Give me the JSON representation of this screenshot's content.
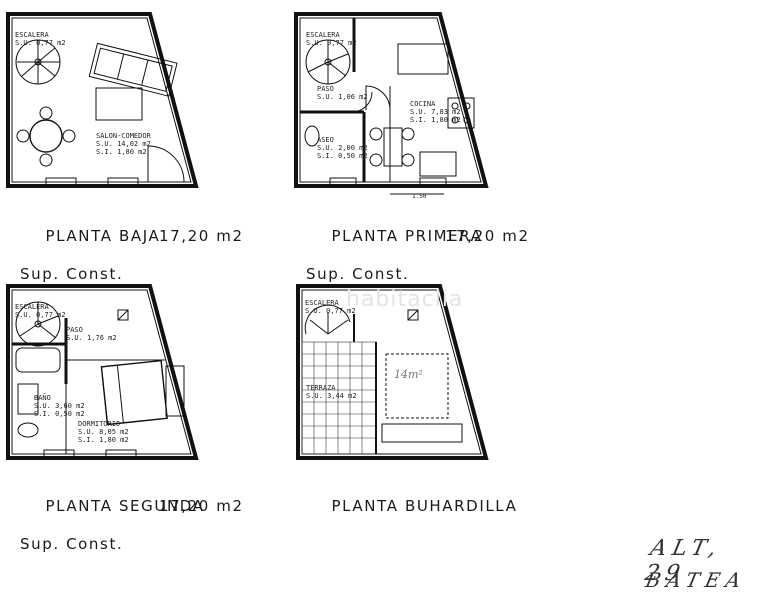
{
  "plans": [
    {
      "id": "planta-baja",
      "title": "PLANTA BAJA",
      "sup_label": "Sup. Const.",
      "sup_value": "17,20 m2",
      "rooms": [
        {
          "name": "ESCALERA",
          "su": "S.U. 0,77 m2"
        },
        {
          "name": "SALON-COMEDOR",
          "su": "S.U. 14,02 m2",
          "si": "S.I. 1,80 m2"
        }
      ]
    },
    {
      "id": "planta-primera",
      "title": "PLANTA PRIMERA",
      "sup_label": "Sup. Const.",
      "sup_value": "17,20 m2",
      "rooms": [
        {
          "name": "ESCALERA",
          "su": "S.U. 0,77 m2"
        },
        {
          "name": "PASO",
          "su": "S.U. 1,06 m2"
        },
        {
          "name": "COCINA",
          "su": "S.U. 7,83 m2",
          "si": "S.I. 1,80 m2"
        },
        {
          "name": "ASEO",
          "su": "S.U. 2,00 m2",
          "si": "S.I. 0,50 m2"
        }
      ],
      "dimension": "1.50"
    },
    {
      "id": "planta-segunda",
      "title": "PLANTA SEGUNDA",
      "sup_label": "Sup. Const.",
      "sup_value": "17,20 m2",
      "rooms": [
        {
          "name": "ESCALERA",
          "su": "S.U. 0,77 m2"
        },
        {
          "name": "PASO",
          "su": "S.U. 1,76 m2"
        },
        {
          "name": "BAÑO",
          "su": "S.U. 3,60 m2",
          "si": "S.I. 0,50 m2"
        },
        {
          "name": "DORMITORIO",
          "su": "S.U. 8,05 m2",
          "si": "S.I. 1,80 m2"
        }
      ]
    },
    {
      "id": "planta-buhardilla",
      "title": "PLANTA BUHARDILLA",
      "rooms": [
        {
          "name": "ESCALERA",
          "su": "S.U. 0,77 m2"
        },
        {
          "name": "TERRAZA",
          "su": "S.U. 3,44 m2"
        }
      ],
      "handwritten_area": "14m²"
    }
  ],
  "watermark": "habitaclia",
  "handwritten_note": {
    "line1": "ALT, 29",
    "line2": "BATEA"
  }
}
